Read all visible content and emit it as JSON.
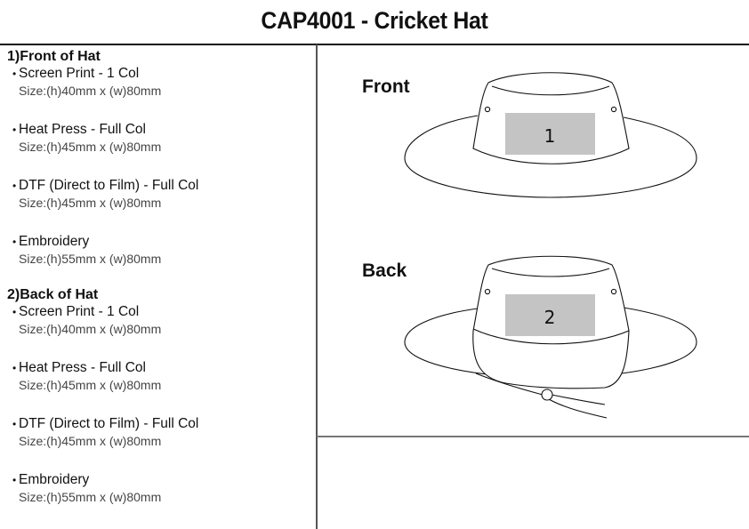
{
  "title": "CAP4001 - Cricket Hat",
  "sections": [
    {
      "heading": "1)Front of Hat",
      "items": [
        {
          "name": "Screen Print - 1 Col",
          "size": "Size:(h)40mm x (w)80mm"
        },
        {
          "name": "Heat Press - Full Col",
          "size": "Size:(h)45mm x (w)80mm"
        },
        {
          "name": "DTF (Direct to Film) - Full Col",
          "size": "Size:(h)45mm x (w)80mm"
        },
        {
          "name": "Embroidery",
          "size": "Size:(h)55mm x (w)80mm"
        }
      ]
    },
    {
      "heading": "2)Back of Hat",
      "items": [
        {
          "name": "Screen Print - 1 Col",
          "size": "Size:(h)40mm x (w)80mm"
        },
        {
          "name": "Heat Press - Full Col",
          "size": "Size:(h)45mm x (w)80mm"
        },
        {
          "name": "DTF (Direct to Film) - Full Col",
          "size": "Size:(h)45mm x (w)80mm"
        },
        {
          "name": "Embroidery",
          "size": "Size:(h)55mm x (w)80mm"
        }
      ]
    }
  ],
  "views": {
    "front": {
      "label": "Front",
      "area_number": "1"
    },
    "back": {
      "label": "Back",
      "area_number": "2"
    }
  },
  "bullet": "•",
  "colors": {
    "print_area": "#c4c4c4",
    "line": "#111111"
  }
}
